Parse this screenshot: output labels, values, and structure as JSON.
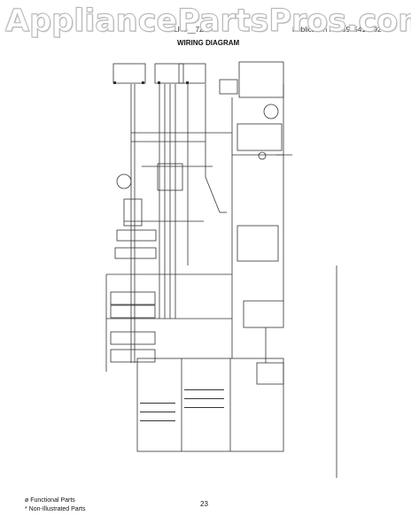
{
  "watermark": "AppliancePartsPros.com",
  "header": {
    "model": "GLRS__7ZI",
    "publication_prefix": "Publication No.",
    "publication_no": "5995414892",
    "title": "WIRING DIAGRAM"
  },
  "footer": {
    "functional_parts": "ø Functional Parts",
    "non_illustrated": "* Non-Illustrated Parts",
    "page_number": "23"
  }
}
